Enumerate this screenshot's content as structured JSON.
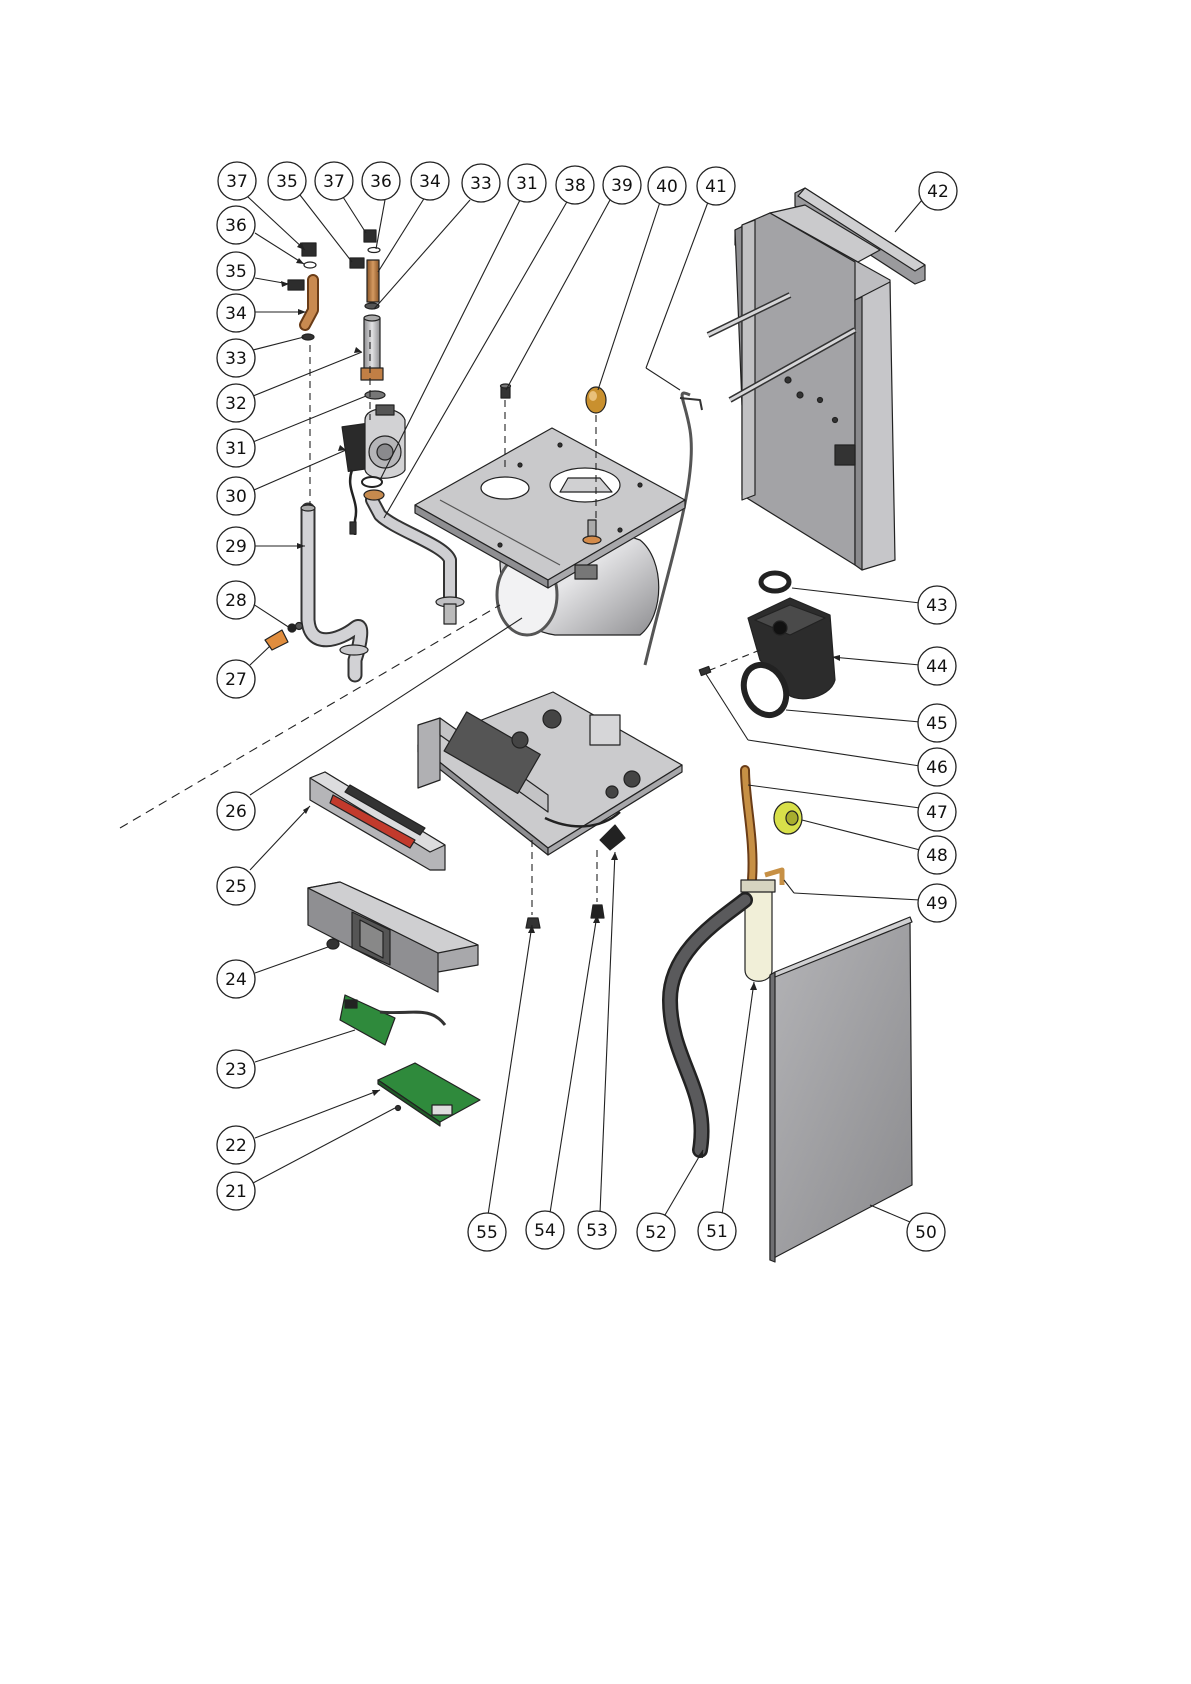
{
  "diagram": {
    "callouts": [
      "21",
      "22",
      "23",
      "24",
      "25",
      "26",
      "27",
      "28",
      "29",
      "30",
      "31",
      "32",
      "33",
      "34",
      "35",
      "36",
      "37",
      "37b",
      "35b",
      "36b",
      "34b",
      "33b",
      "31b",
      "38",
      "39",
      "40",
      "41",
      "42",
      "43",
      "44",
      "45",
      "46",
      "47",
      "48",
      "49",
      "50",
      "51",
      "52",
      "53",
      "54",
      "55"
    ],
    "labels": {
      "21": "21",
      "22": "22",
      "23": "23",
      "24": "24",
      "25": "25",
      "26": "26",
      "27": "27",
      "28": "28",
      "29": "29",
      "30": "30",
      "31": "31",
      "32": "32",
      "33": "33",
      "34": "34",
      "35": "35",
      "36": "36",
      "37": "37",
      "37b": "37",
      "35b": "35",
      "36b": "36",
      "34b": "34",
      "33b": "33",
      "31b": "31",
      "38": "38",
      "39": "39",
      "40": "40",
      "41": "41",
      "42": "42",
      "43": "43",
      "44": "44",
      "45": "45",
      "46": "46",
      "47": "47",
      "48": "48",
      "49": "49",
      "50": "50",
      "51": "51",
      "52": "52",
      "53": "53",
      "54": "54",
      "55": "55"
    },
    "colors": {
      "metal_light": "#d4d4d6",
      "metal_mid": "#a9a9ac",
      "metal_dark": "#6d6d70",
      "copper": "#b37a45",
      "brass": "#cd8a3a",
      "pcb_green": "#2f8a3c",
      "yellow_part": "#d8e04a",
      "black_part": "#2a2a2a",
      "red_label": "#c23a2c",
      "outline": "#222222"
    }
  }
}
